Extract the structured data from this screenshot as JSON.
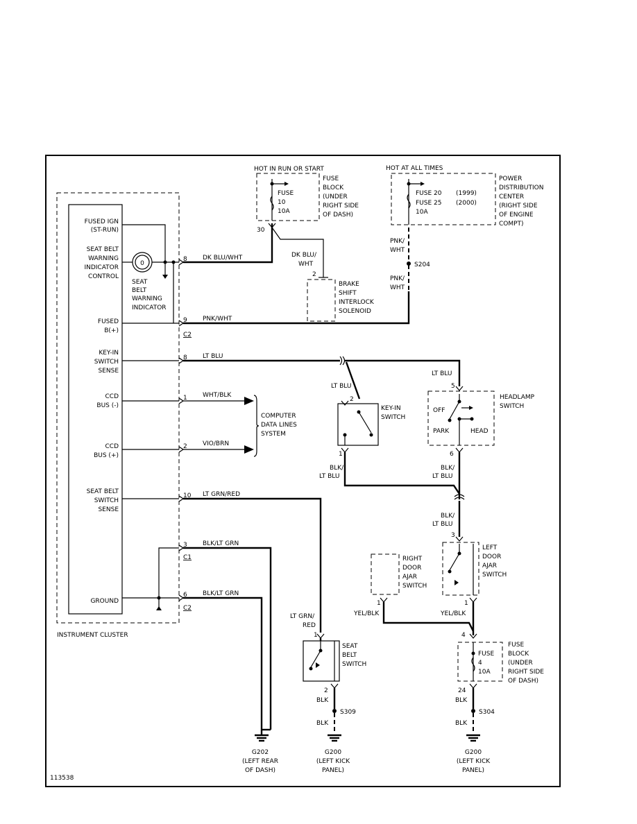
{
  "diagram": {
    "ref_number": "113538",
    "instrument_cluster": {
      "label": "INSTRUMENT CLUSTER",
      "inputs": {
        "fused_ign": [
          "FUSED IGN",
          "(ST-RUN)"
        ],
        "seat_belt_warning_control": [
          "SEAT BELT",
          "WARNING",
          "INDICATOR",
          "CONTROL"
        ],
        "fused_b": [
          "FUSED",
          "B(+)"
        ],
        "key_in_sense": [
          "KEY-IN",
          "SWITCH",
          "SENSE"
        ],
        "ccd_bus_neg": [
          "CCD",
          "BUS (-)"
        ],
        "ccd_bus_pos": [
          "CCD",
          "BUS (+)"
        ],
        "seat_belt_switch_sense": [
          "SEAT BELT",
          "SWITCH",
          "SENSE"
        ],
        "ground": [
          "GROUND"
        ]
      },
      "indicator": {
        "symbol": "0",
        "label": [
          "SEAT",
          "BELT",
          "WARNING",
          "INDICATOR"
        ]
      },
      "connectors": {
        "c1": "C1",
        "c2": "C2"
      },
      "pins": {
        "p8a": "8",
        "p9": "9",
        "p8b": "8",
        "p1": "1",
        "p2": "2",
        "p10": "10",
        "p3": "3",
        "p6": "6"
      }
    },
    "wires": {
      "dk_blu_wht": "DK BLU/WHT",
      "dk_blu_wht_split": [
        "DK BLU/",
        "WHT"
      ],
      "pnk_wht": "PNK/WHT",
      "pnk_wht_split": [
        "PNK/",
        "WHT"
      ],
      "lt_blu": "LT BLU",
      "wht_blk": "WHT/BLK",
      "vio_brn": "VIO/BRN",
      "lt_grn_red": "LT GRN/RED",
      "lt_grn_red_split": [
        "LT GRN/",
        "RED"
      ],
      "blk_lt_grn": "BLK/LT GRN",
      "blk_lt_blu_split": [
        "BLK/",
        "LT BLU"
      ],
      "yel_blk": "YEL/BLK",
      "blk": "BLK"
    },
    "fuse_block_top": {
      "hot_label": "HOT IN RUN OR START",
      "fuse_text": [
        "FUSE",
        "10",
        "10A"
      ],
      "desc": [
        "FUSE",
        "BLOCK",
        "(UNDER",
        "RIGHT SIDE",
        "OF DASH)"
      ],
      "pin": "30"
    },
    "pdc": {
      "hot_label": "HOT AT ALL TIMES",
      "fuse_a": "FUSE 20",
      "fuse_a_year": "(1999)",
      "fuse_b": "FUSE 25",
      "fuse_b_year": "(2000)",
      "amp": "10A",
      "desc": [
        "POWER",
        "DISTRIBUTION",
        "CENTER",
        "(RIGHT SIDE",
        "OF ENGINE",
        "COMPT)"
      ]
    },
    "brake_shift": {
      "pin": "2",
      "label": [
        "BRAKE",
        "SHIFT",
        "INTERLOCK",
        "SOLENOID"
      ]
    },
    "splice_s204": "S204",
    "computer_data_lines": [
      "COMPUTER",
      "DATA LINES",
      "SYSTEM"
    ],
    "key_in_switch": {
      "pin_top": "2",
      "pin_bottom": "1",
      "label": [
        "KEY-IN",
        "SWITCH"
      ]
    },
    "headlamp_switch": {
      "pin_top": "5",
      "pin_bottom": "6",
      "label": [
        "HEADLAMP",
        "SWITCH"
      ],
      "off": "OFF",
      "park": "PARK",
      "head": "HEAD"
    },
    "left_door_ajar": {
      "pin_top": "3",
      "pin_bottom": "1",
      "label": [
        "LEFT",
        "DOOR",
        "AJAR",
        "SWITCH"
      ]
    },
    "right_door_ajar": {
      "pin": "1",
      "label": [
        "RIGHT",
        "DOOR",
        "AJAR",
        "SWITCH"
      ]
    },
    "seat_belt_switch": {
      "pin_top": "1",
      "pin_bottom": "2",
      "label": [
        "SEAT",
        "BELT",
        "SWITCH"
      ]
    },
    "fuse_block_bottom": {
      "pin_top": "4",
      "pin_bottom": "24",
      "fuse_text": [
        "FUSE",
        "4",
        "10A"
      ],
      "desc": [
        "FUSE",
        "BLOCK",
        "(UNDER",
        "RIGHT SIDE",
        "OF DASH)"
      ]
    },
    "splice_s309": "S309",
    "splice_s304": "S304",
    "ground_g202": [
      "G202",
      "(LEFT REAR",
      "OF DASH)"
    ],
    "ground_g200_a": [
      "G200",
      "(LEFT KICK",
      "PANEL)"
    ],
    "ground_g200_b": [
      "G200",
      "(LEFT KICK",
      "PANEL)"
    ]
  }
}
